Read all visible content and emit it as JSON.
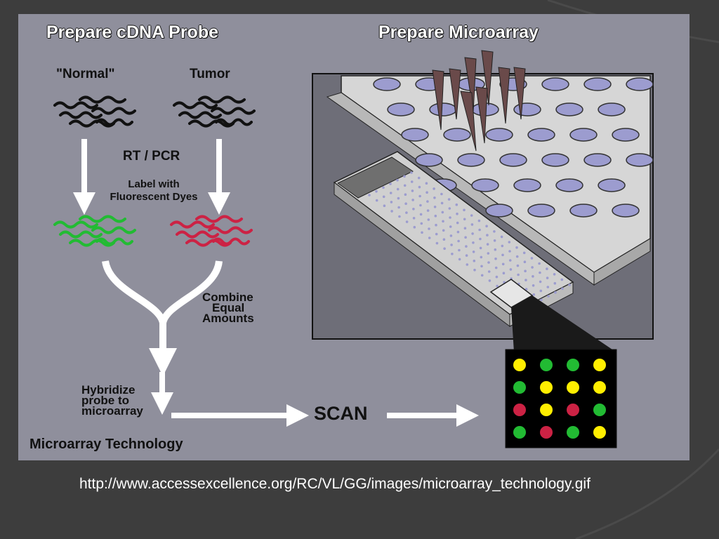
{
  "labels": {
    "prepare_probe": "Prepare cDNA Probe",
    "prepare_microarray": "Prepare Microarray",
    "normal": "\"Normal\"",
    "tumor": "Tumor",
    "rt_pcr": "RT / PCR",
    "label_dyes_line1": "Label with",
    "label_dyes_line2": "Fluorescent Dyes",
    "combine_line1": "Combine",
    "combine_line2": "Equal",
    "combine_line3": "Amounts",
    "hybridize_line1": "Hybridize",
    "hybridize_line2": "probe to",
    "hybridize_line3": "microarray",
    "scan": "SCAN",
    "figure_title": "Microarray Technology"
  },
  "caption": "http://www.accessexcellence.org/RC/VL/GG/images/microarray_technology.gif",
  "colors": {
    "slide_background": "#3d3d3d",
    "figure_background": "#8f8f9c",
    "green_dye": "#22bb33",
    "red_dye": "#cc2244",
    "yellow_spot": "#ffee00",
    "well_fill": "#9c9ccf",
    "plate_top": "#d9d9d9"
  },
  "scan_grid": [
    [
      "yellow",
      "green",
      "green",
      "yellow"
    ],
    [
      "green",
      "yellow",
      "yellow",
      "yellow"
    ],
    [
      "red",
      "yellow",
      "red",
      "green"
    ],
    [
      "green",
      "red",
      "green",
      "yellow"
    ]
  ]
}
